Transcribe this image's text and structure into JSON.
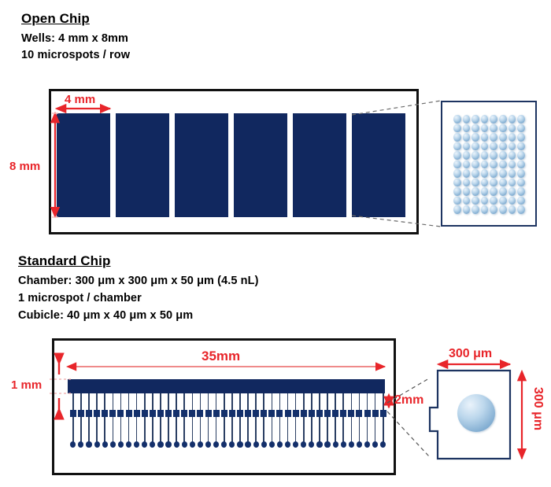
{
  "open_chip": {
    "title": "Open Chip",
    "specs": [
      "Wells: 4 mm x 8mm",
      "10 microspots / row"
    ],
    "dim_width": "4 mm",
    "dim_height": "8 mm",
    "well_count": 6,
    "inset": {
      "spot_cols": 8,
      "spot_rows": 11
    }
  },
  "standard_chip": {
    "title": "Standard Chip",
    "specs": [
      "Chamber: 300 μm x 300 μm x 50 μm (4.5 nL)",
      "1 microspot / chamber",
      "Cubicle: 40 μm x 40 μm x 50 μm"
    ],
    "dim_length": "35mm",
    "dim_thickness": "1 mm",
    "dim_depth": "2mm",
    "channel_count": 40,
    "inset": {
      "dim_top": "300 μm",
      "dim_side": "300 μm"
    }
  },
  "colors": {
    "navy": "#11285f",
    "red": "#e8252a",
    "inset_border": "#1d3461",
    "spot_blue": "#9dc3e0"
  }
}
